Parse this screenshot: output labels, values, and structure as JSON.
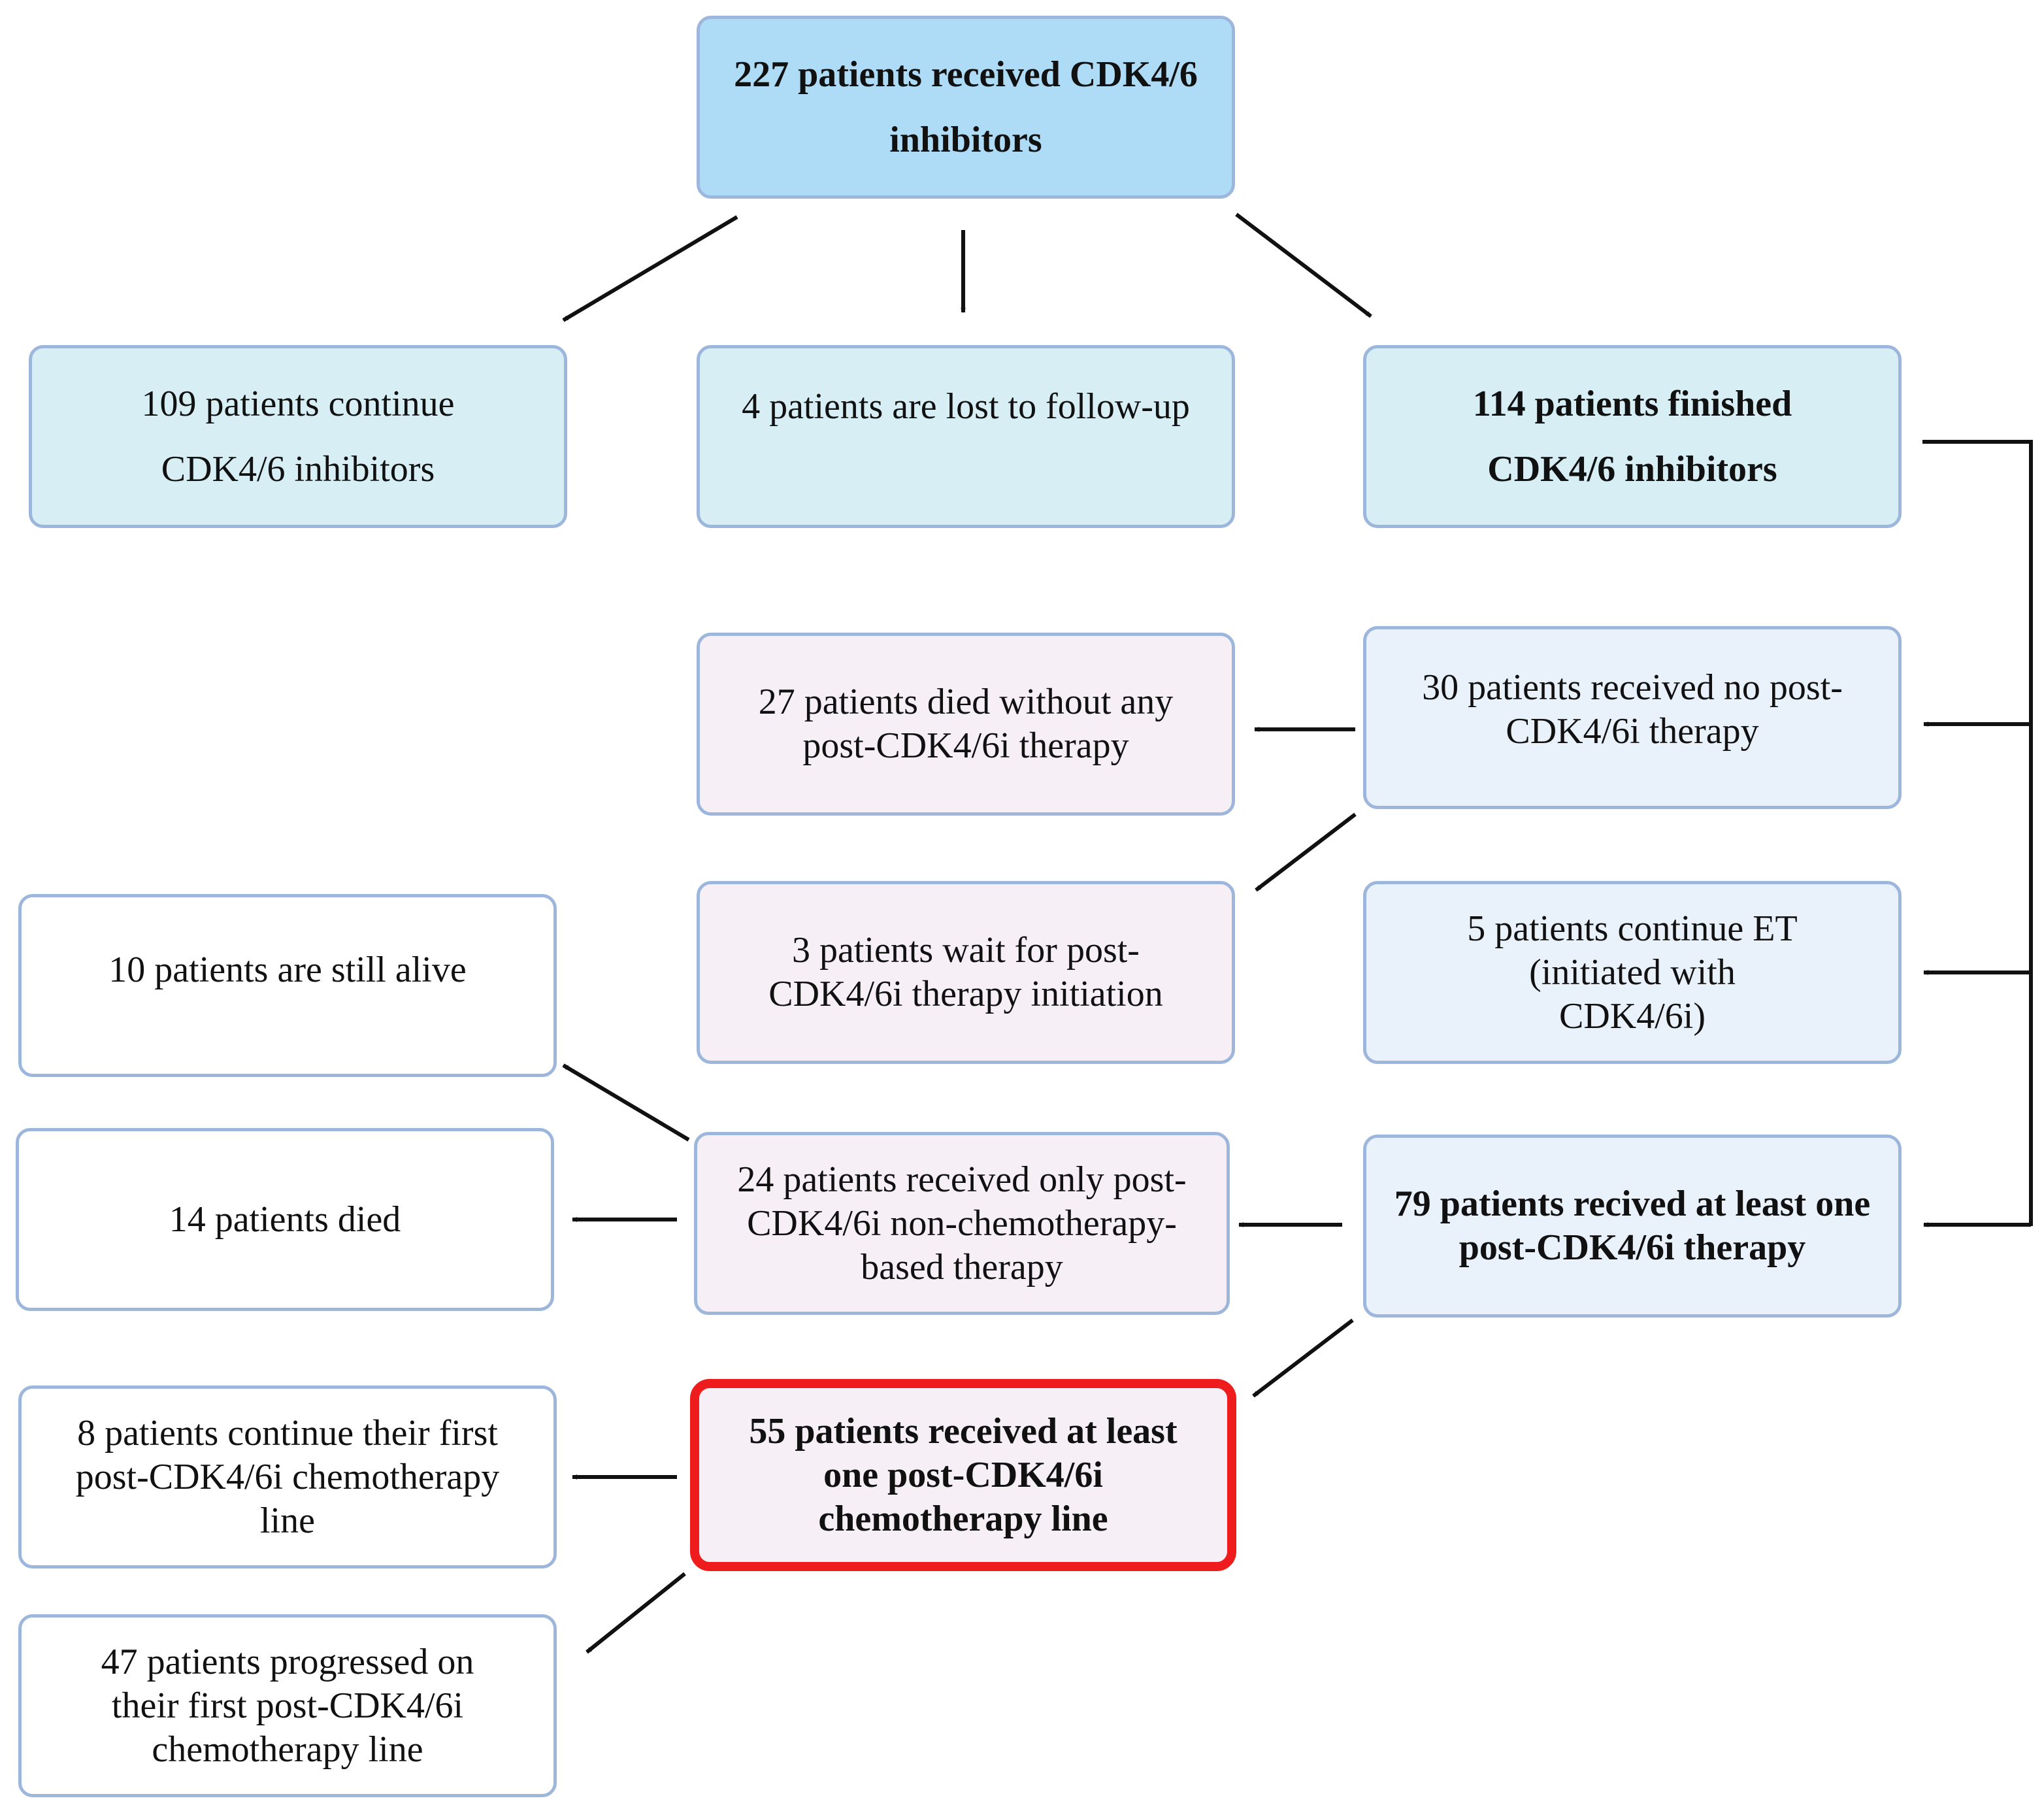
{
  "boxes": {
    "total": "227 patients received CDK4/6 inhibitors",
    "continue_cdk": "109 patients continue CDK4/6 inhibitors",
    "lost_followup": "4 patients are lost to follow-up",
    "finished_cdk": "114 patients finished CDK4/6 inhibitors",
    "died_no_therapy": "27 patients died without any post-CDK4/6i therapy",
    "no_post_therapy": "30 patients received no post-CDK4/6i therapy",
    "still_alive": "10 patients are still alive",
    "wait_initiation": "3 patients wait for post-CDK4/6i therapy initiation",
    "continue_et": "5 patients continue ET (initiated with CDK4/6i)",
    "died_14": "14 patients died",
    "non_chemo": "24 patients received only post-CDK4/6i non-chemotherapy-based therapy",
    "at_least_one": "79 patients recived at least one post-CDK4/6i therapy",
    "continue_first_chemo": "8 patients continue their first post-CDK4/6i chemotherapy line",
    "chemo_line": "55 patients received at least one post-CDK4/6i chemotherapy line",
    "progressed": "47 patients progressed on their first post-CDK4/6i chemotherapy line"
  },
  "colors": {
    "top": "#aedbf5",
    "teal": "#d6eef4",
    "blue": "#e9f1fa",
    "pink": "#f6eff5",
    "border": "#9db6dc",
    "highlight": "#ee1c1c",
    "arrow": "#111111"
  }
}
